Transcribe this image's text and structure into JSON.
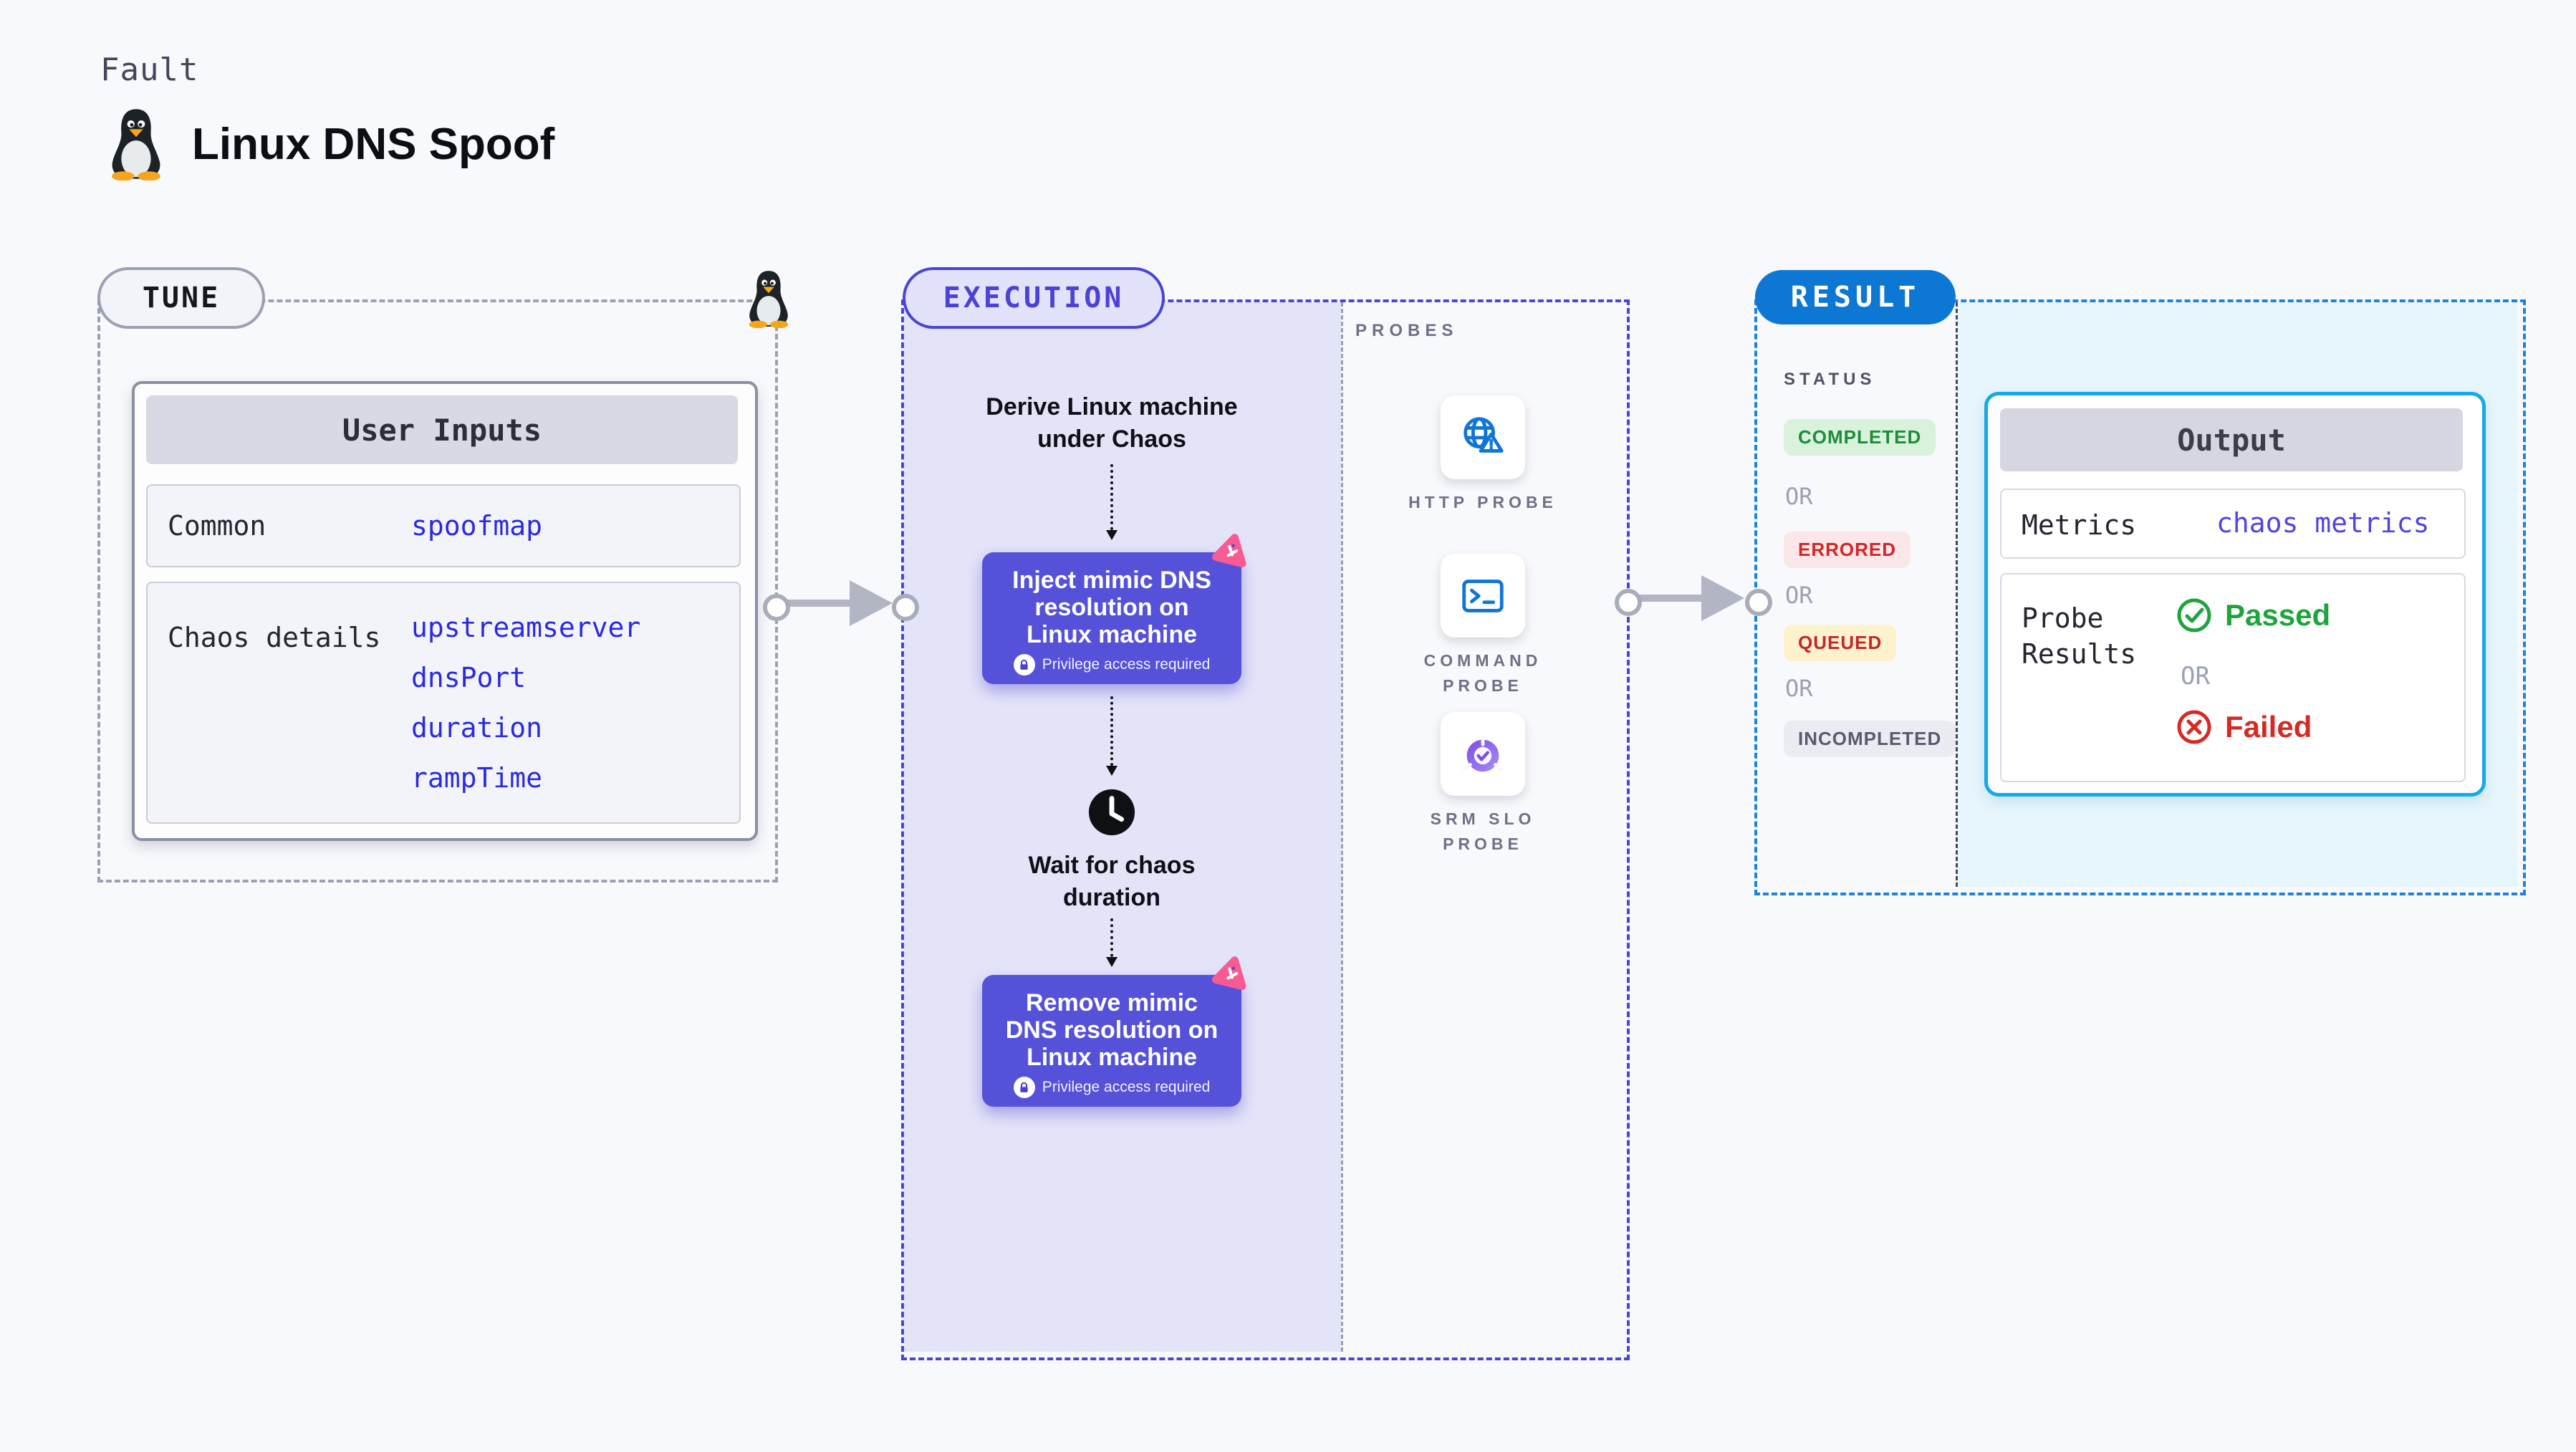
{
  "header": {
    "eyebrow": "Fault",
    "title": "Linux DNS Spoof",
    "title_icon": "tux-penguin-icon"
  },
  "tune": {
    "label": "TUNE",
    "corner_icon": "tux-penguin-icon",
    "user_inputs": {
      "title": "User Inputs",
      "rows": [
        {
          "label": "Common",
          "values": [
            "spoofmap"
          ]
        },
        {
          "label": "Chaos details",
          "values": [
            "upstreamserver",
            "dnsPort",
            "duration",
            "rampTime"
          ]
        }
      ]
    }
  },
  "execution": {
    "label": "EXECUTION",
    "steps": {
      "derive": "Derive Linux machine under Chaos",
      "inject_title": "Inject mimic DNS resolution on Linux machine",
      "privilege_note": "Privilege access required",
      "wait": "Wait for chaos duration",
      "remove_title": "Remove mimic DNS resolution on Linux machine"
    },
    "step_icons": {
      "inject_badge": "litmus-chaos-icon",
      "remove_badge": "litmus-chaos-icon",
      "wait_icon": "clock-icon",
      "privilege_icon": "lock-icon"
    },
    "probes": {
      "title": "PROBES",
      "items": [
        {
          "label": "HTTP PROBE",
          "icon": "globe-alert-icon"
        },
        {
          "label": "COMMAND PROBE",
          "icon": "terminal-icon"
        },
        {
          "label": "SRM SLO PROBE",
          "icon": "slo-donut-check-icon"
        }
      ]
    }
  },
  "result": {
    "label": "RESULT",
    "status": {
      "title": "STATUS",
      "separator": "OR",
      "badges": [
        "COMPLETED",
        "ERRORED",
        "QUEUED",
        "INCOMPLETED"
      ]
    },
    "output": {
      "title": "Output",
      "metrics_label": "Metrics",
      "metrics_value": "chaos metrics",
      "probe_results_label": "Probe Results",
      "passed_label": "Passed",
      "or_label": "OR",
      "failed_label": "Failed",
      "passed_icon": "check-circle-icon",
      "failed_icon": "x-circle-icon"
    }
  },
  "colors": {
    "page_bg": "#f8f9fc",
    "tune_border": "#9aa1b3",
    "execution_accent": "#4a45d6",
    "execution_bg": "#e4e4f9",
    "result_accent": "#1e82d9",
    "result_pill_bg": "#0d78d4",
    "result_bg": "#e7f5fc",
    "output_border": "#14a9e8",
    "chaos_node_bg": "#5551d9",
    "value_blue": "#2b2ae0",
    "metrics_blue": "#5044e4",
    "passed_green": "#1ea43c",
    "failed_red": "#d62a25",
    "completed_badge": "#1e8c3a",
    "errored_badge": "#d1262b",
    "queued_badge": "#c6252b",
    "incompleted_badge": "#565b6e",
    "arrow_gray": "#b2b5c3",
    "litmus_pink": "#f75b92",
    "probe_icon_blue": "#0f76d6"
  }
}
